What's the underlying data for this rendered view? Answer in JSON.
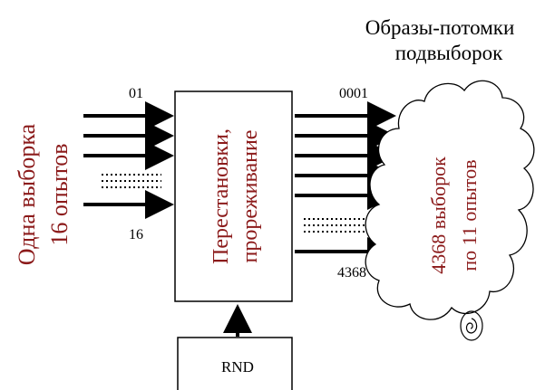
{
  "diagram": {
    "left_label": {
      "line1": "Одна выборка",
      "line2": "16 опытов"
    },
    "input_first_label": "01",
    "input_last_label": "16",
    "box_label": {
      "line1": "Перестановки,",
      "line2": "прореживание"
    },
    "output_first_label": "0001",
    "output_last_label": "4368",
    "rnd_label": "RND",
    "top_right_title": {
      "line1": "Образы-потомки",
      "line2": "подвыборок"
    },
    "cloud_label": {
      "line1": "4368 выборок",
      "line2": "по 11 опытов"
    },
    "text_color": "#8b1a1a",
    "line_color": "#000000"
  }
}
